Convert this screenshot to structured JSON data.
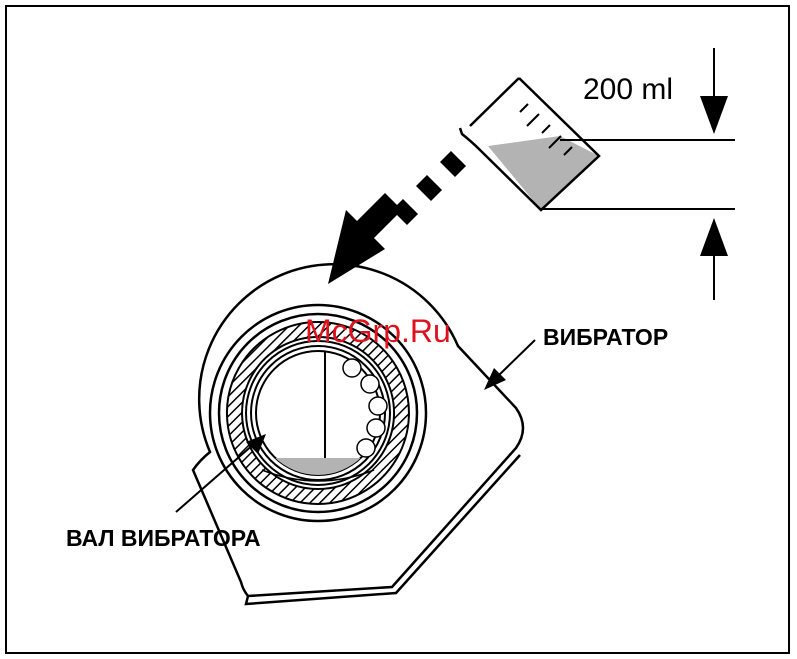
{
  "diagram": {
    "volume_label": "200 ml",
    "part_labels": {
      "vibrator": "ВИБРАТОР",
      "vibrator_shaft": "ВАЛ ВИБРАТОРА"
    },
    "watermark": "McGrp.Ru",
    "colors": {
      "ink": "#000000",
      "liquid": "#b3b3b3",
      "watermark": "#e0101c",
      "background": "#ffffff"
    }
  }
}
